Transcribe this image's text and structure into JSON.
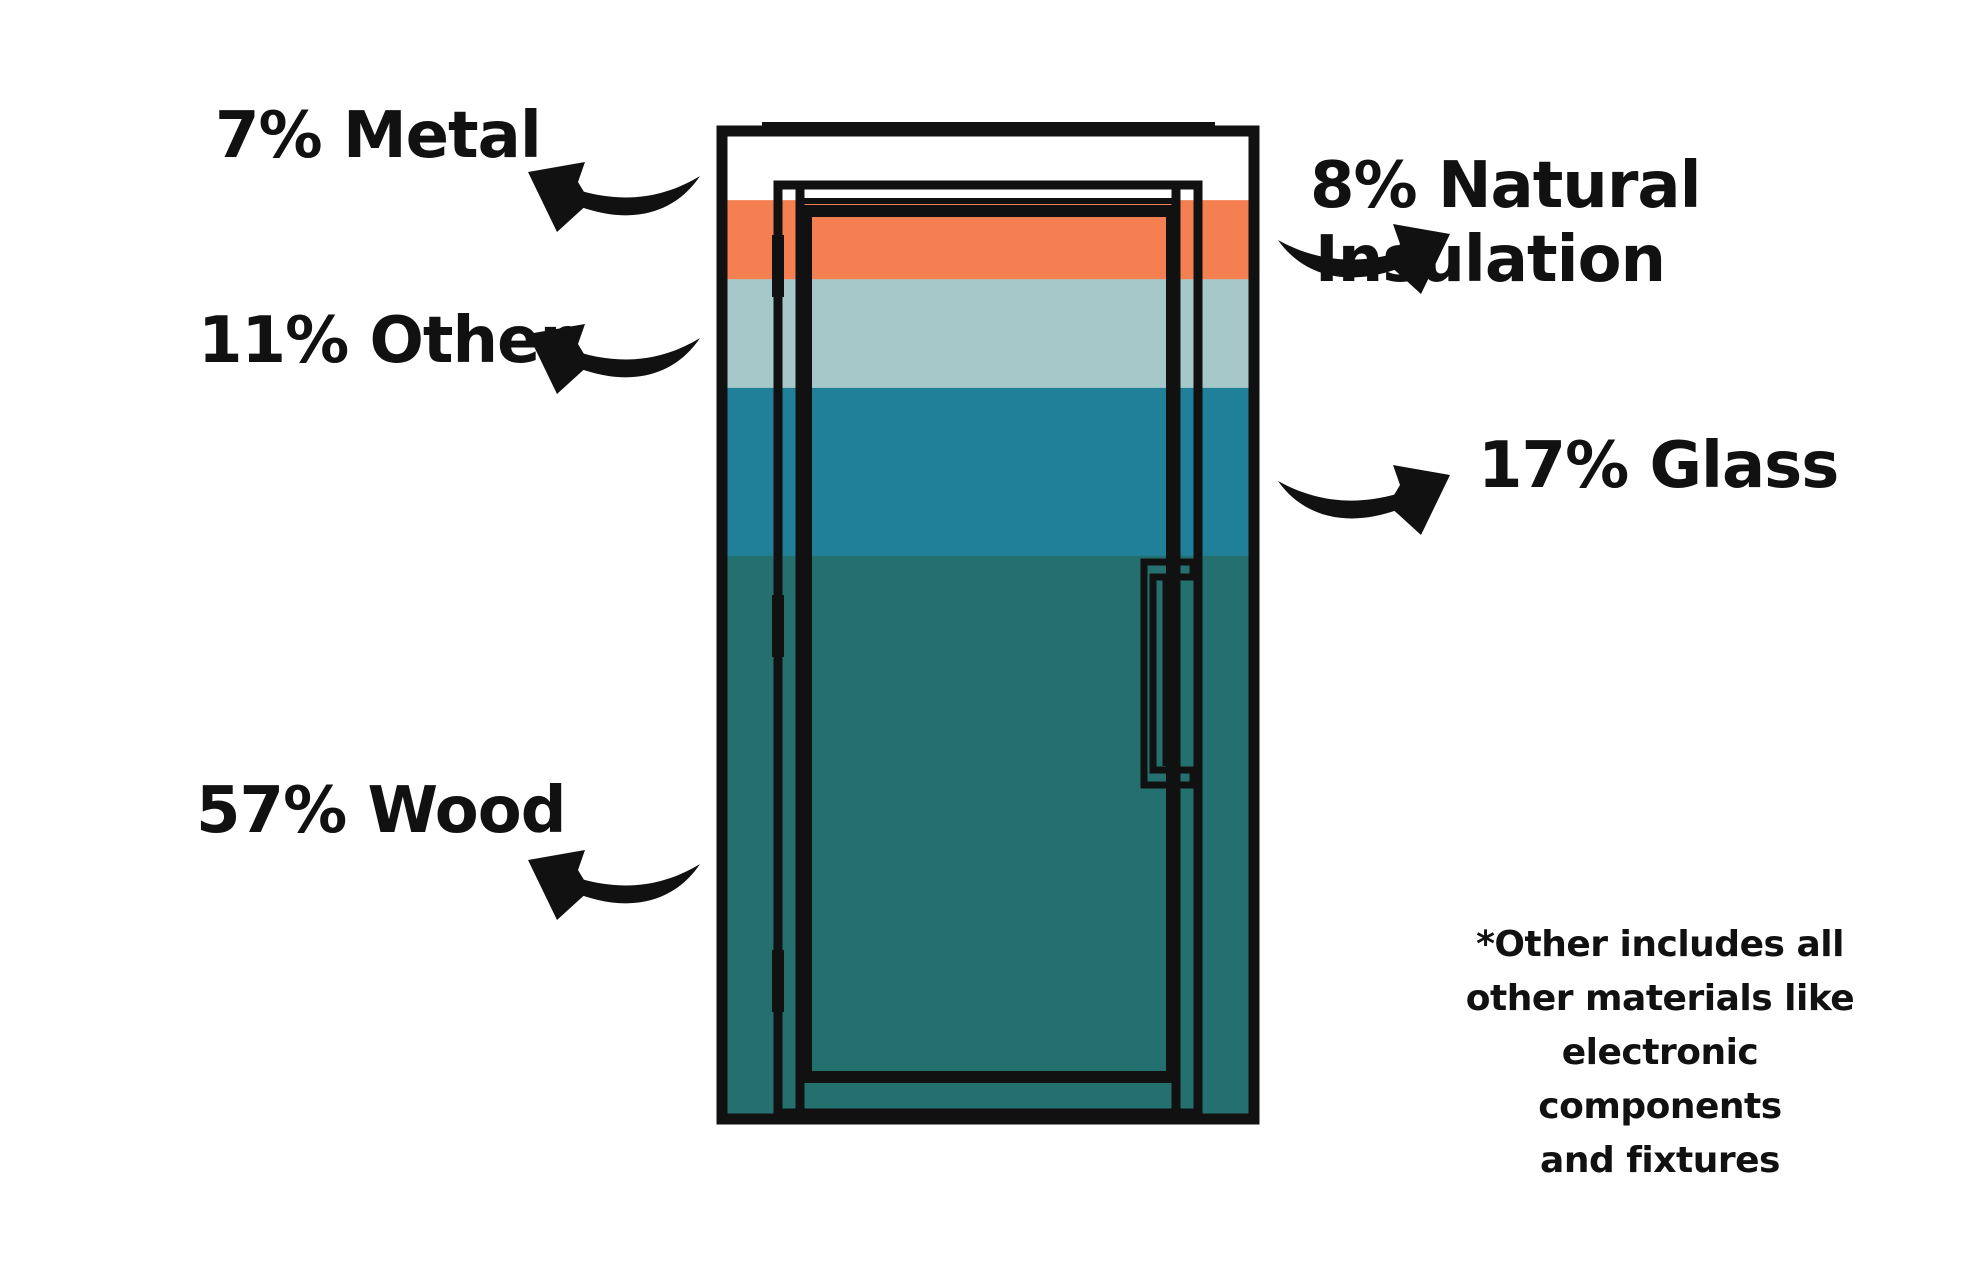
{
  "chart_data": {
    "type": "stacked-bar",
    "categories": [
      "Metal",
      "Natural Insulation",
      "Other",
      "Glass",
      "Wood"
    ],
    "values": [
      7,
      8,
      11,
      17,
      57
    ],
    "unit": "%",
    "labels": {
      "metal": "7% Metal",
      "natural_line1": "8% Natural",
      "natural_line2": "Insulation",
      "other": "11% Other",
      "glass": "17% Glass",
      "wood": "57% Wood"
    },
    "colors": {
      "metal": "#ffffff",
      "natural_insulation": "#f47f50",
      "other": "#a7c8c8",
      "glass": "#208099",
      "wood": "#23706e",
      "outline": "#111111"
    }
  },
  "footnote": {
    "line1": "*Other includes all",
    "line2": "other materials like",
    "line3": "electronic components",
    "line4": "and fixtures"
  }
}
